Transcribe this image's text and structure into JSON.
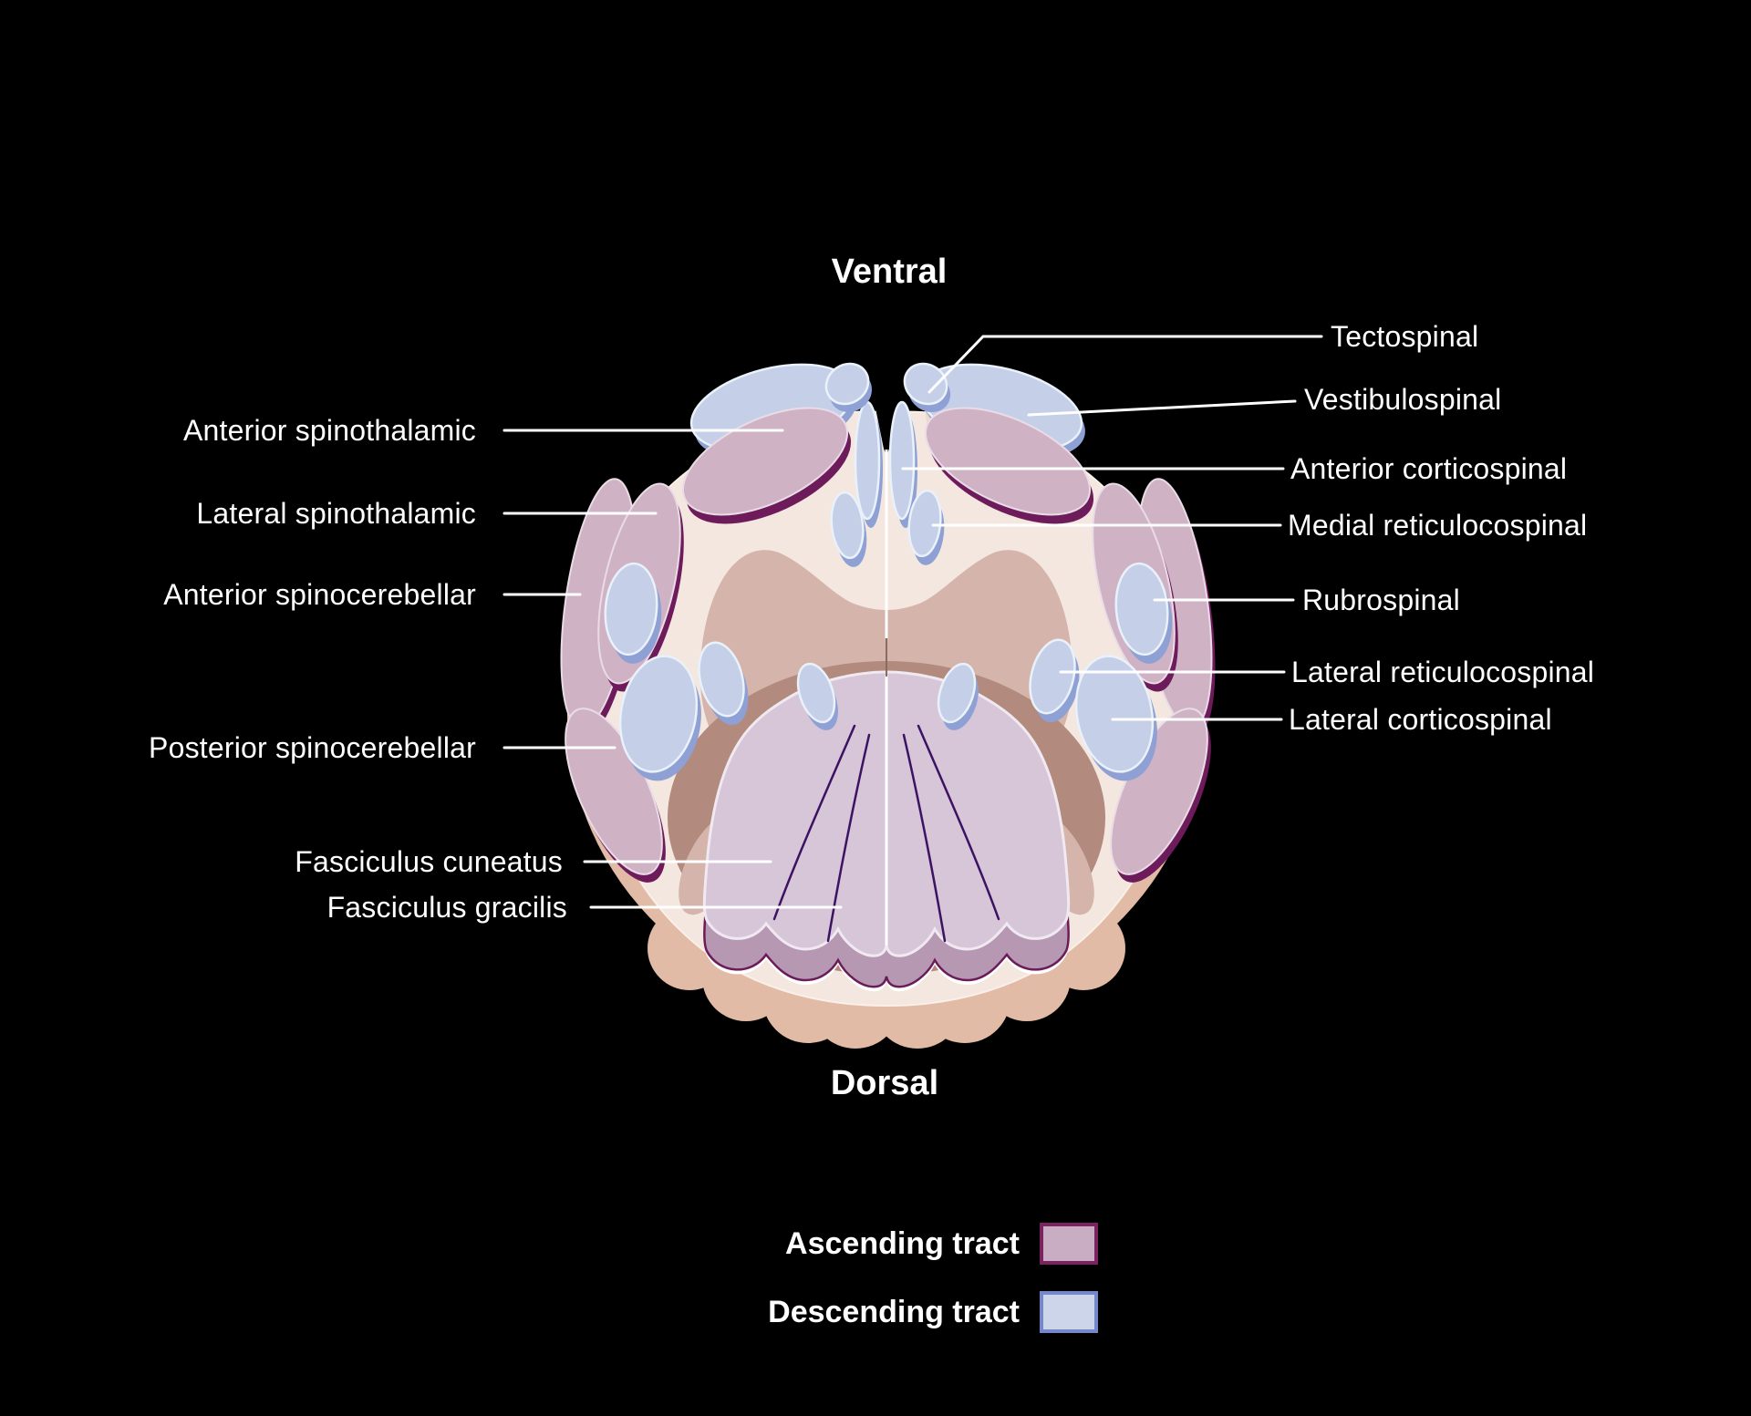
{
  "orientation": {
    "top_label": "Ventral",
    "bottom_label": "Dorsal"
  },
  "labels": {
    "left": [
      {
        "text": "Anterior spinothalamic",
        "type": "ascending"
      },
      {
        "text": "Lateral spinothalamic",
        "type": "ascending"
      },
      {
        "text": "Anterior spinocerebellar",
        "type": "ascending"
      },
      {
        "text": "Posterior spinocerebellar",
        "type": "ascending"
      },
      {
        "text": "Fasciculus cuneatus",
        "type": "ascending"
      },
      {
        "text": "Fasciculus gracilis",
        "type": "ascending"
      }
    ],
    "right": [
      {
        "text": "Tectospinal",
        "type": "descending"
      },
      {
        "text": "Vestibulospinal",
        "type": "descending"
      },
      {
        "text": "Anterior corticospinal",
        "type": "descending"
      },
      {
        "text": "Medial reticulocospinal",
        "type": "descending"
      },
      {
        "text": "Rubrospinal",
        "type": "descending"
      },
      {
        "text": "Lateral reticulocospinal",
        "type": "descending"
      },
      {
        "text": "Lateral corticospinal",
        "type": "descending"
      }
    ]
  },
  "legend": {
    "items": [
      {
        "label": "Ascending tract",
        "fill": "#c9adc2",
        "border": "#7b2361"
      },
      {
        "label": "Descending tract",
        "fill": "#ccd5e9",
        "border": "#7487c9"
      }
    ]
  },
  "diagram": {
    "subject": "Spinal cord cross-section with ascending and descending tracts",
    "ascending_tracts": [
      "Anterior spinothalamic",
      "Lateral spinothalamic",
      "Anterior spinocerebellar",
      "Posterior spinocerebellar",
      "Fasciculus cuneatus",
      "Fasciculus gracilis"
    ],
    "descending_tracts": [
      "Tectospinal",
      "Vestibulospinal",
      "Anterior corticospinal",
      "Medial reticulocospinal",
      "Rubrospinal",
      "Lateral reticulocospinal",
      "Lateral corticospinal"
    ]
  },
  "colors": {
    "background": "#000000",
    "label_text": "#ffffff",
    "leader_line": "#ffffff",
    "body_cream": "#f4e7df",
    "base_tan": "#e2bba6",
    "gray_matter": "#d5b5ab",
    "gray_shadow": "#b28a7e",
    "dorsal_column": "#d6c6d8",
    "dorsal_column_side": "#b698b2",
    "ascending_fill": "#cfb3c5",
    "ascending_edge": "#6d1b5a",
    "descending_fill": "#c5cfe8",
    "descending_edge": "#8ea0d4",
    "fan_line": "#3c1263"
  }
}
